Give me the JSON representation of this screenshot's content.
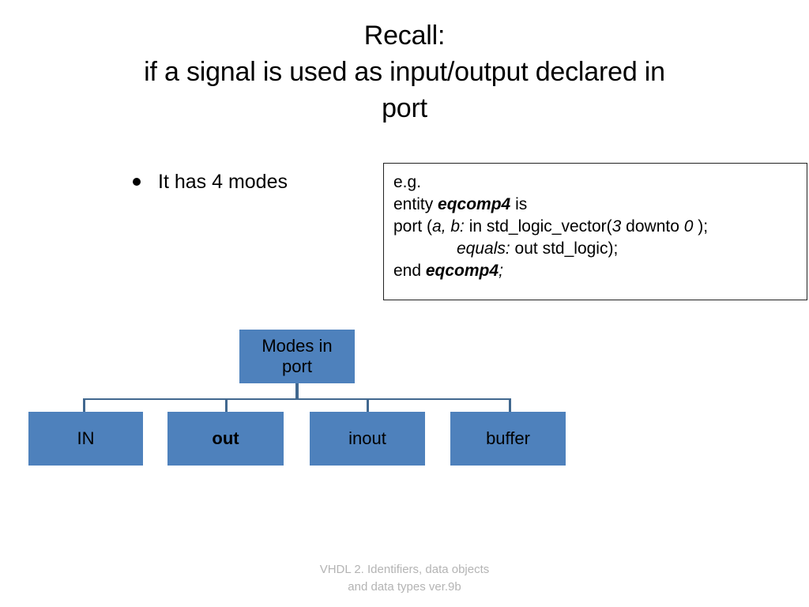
{
  "slide": {
    "title": {
      "lines": [
        "Recall:",
        "if a signal is used as input/output declared in",
        "port"
      ]
    },
    "bullet": {
      "marker": "bullet-dot",
      "text": "It has 4 modes"
    },
    "code_box": {
      "lines": {
        "l1": "e.g.",
        "l2_a": "entity ",
        "l2_b": "eqcomp4",
        "l2_c": " is",
        "l3_a": "port (",
        "l3_b": "a, b:",
        "l3_c": " in std_logic_vector(",
        "l3_d": "3",
        "l3_e": " downto ",
        "l3_f": "0",
        "l3_g": " );",
        "l4_a": "equals:",
        "l4_b": "  out std_logic);",
        "l5_a": "end ",
        "l5_b": "eqcomp4",
        "l5_c": ";"
      }
    },
    "org_chart": {
      "parent": {
        "label_line1": "Modes in",
        "label_line2": "port"
      },
      "children": [
        {
          "label": "IN"
        },
        {
          "label": "out"
        },
        {
          "label": "inout"
        },
        {
          "label": "buffer"
        }
      ]
    },
    "footer": {
      "line1": "VHDL 2. Identifiers, data objects",
      "line2": "and data types ver.9b"
    },
    "colors": {
      "node_fill": "#4E81BC",
      "connector": "#41688F",
      "text": "#000000",
      "footer_text": "#b4b4b4",
      "box_border": "#222222",
      "background": "#ffffff"
    }
  }
}
